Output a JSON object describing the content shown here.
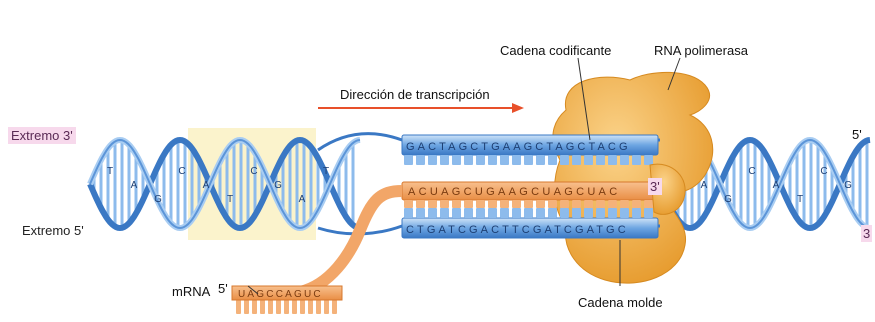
{
  "labels": {
    "end3_left": "Extremo 3'",
    "end5_left": "Extremo 5'",
    "end5_right": "5'",
    "end3_right": "3",
    "mrna": "mRNA",
    "mrna_5": "5'",
    "direction": "Dirección de transcripción",
    "coding_strand": "Cadena codificante",
    "polymerase": "RNA polimerasa",
    "template_strand": "Cadena molde",
    "rna_3": "3'"
  },
  "sequences": {
    "coding": "GACTAGCTGAAGCTAGCTACG",
    "rna": "ACUAGCUGAAGCUAGCUAC",
    "template": "CTGATCGACTTCGATCGATGC",
    "mrna_tail": "UAGCCAGUC"
  },
  "helix_base_letters": [
    "T",
    "A",
    "G",
    "C",
    "A",
    "T",
    "C",
    "G",
    "A",
    "T",
    "C",
    "G",
    "T",
    "A",
    "G",
    "C"
  ],
  "colors": {
    "dna_blue": "#4f8fd6",
    "dna_light": "#a9cdf2",
    "rna_orange": "#f2a668",
    "polymerase": "#f0ad45",
    "arrow_red": "#e8502a",
    "highlight_yellow": "#fbf3cc",
    "label_pink": "#f7d9ec"
  }
}
